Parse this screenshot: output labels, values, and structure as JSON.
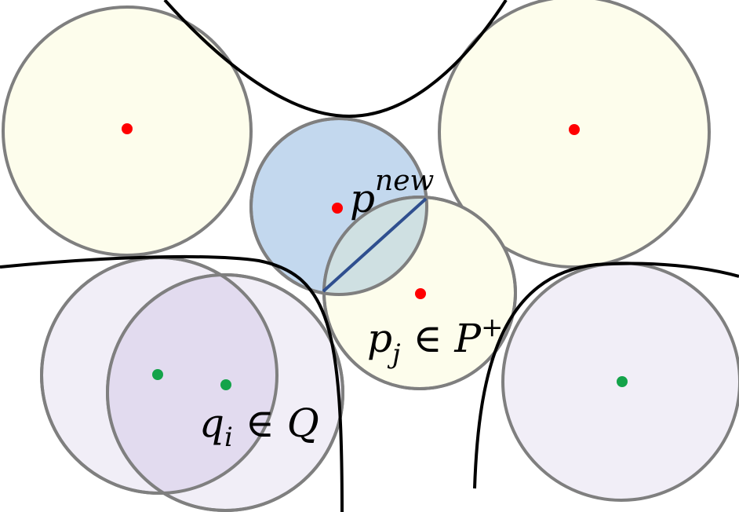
{
  "labels": {
    "p_new_base": "p",
    "p_new_sup": "new",
    "p_j_base": "p",
    "p_j_sub": "j",
    "p_j_rest": " ∈ P",
    "p_j_sup": "+",
    "q_i_base": "q",
    "q_i_sub": "i",
    "q_i_rest": " ∈ Q"
  },
  "colors": {
    "circle_stroke": "#7f7f7f",
    "positive_fill": "#fdfdec",
    "new_fill": "#c3d8ee",
    "negative_fill": "#f1eef7",
    "negative_overlap_fill": "#e2dbef",
    "overlap_fill": "#cfe0e2",
    "positive_point": "#ff0000",
    "negative_point": "#14a34a",
    "boundary": "#000000",
    "segment": "#2f4f8f"
  },
  "icons": {
    "positive_center": "red-dot",
    "negative_center": "green-dot"
  }
}
